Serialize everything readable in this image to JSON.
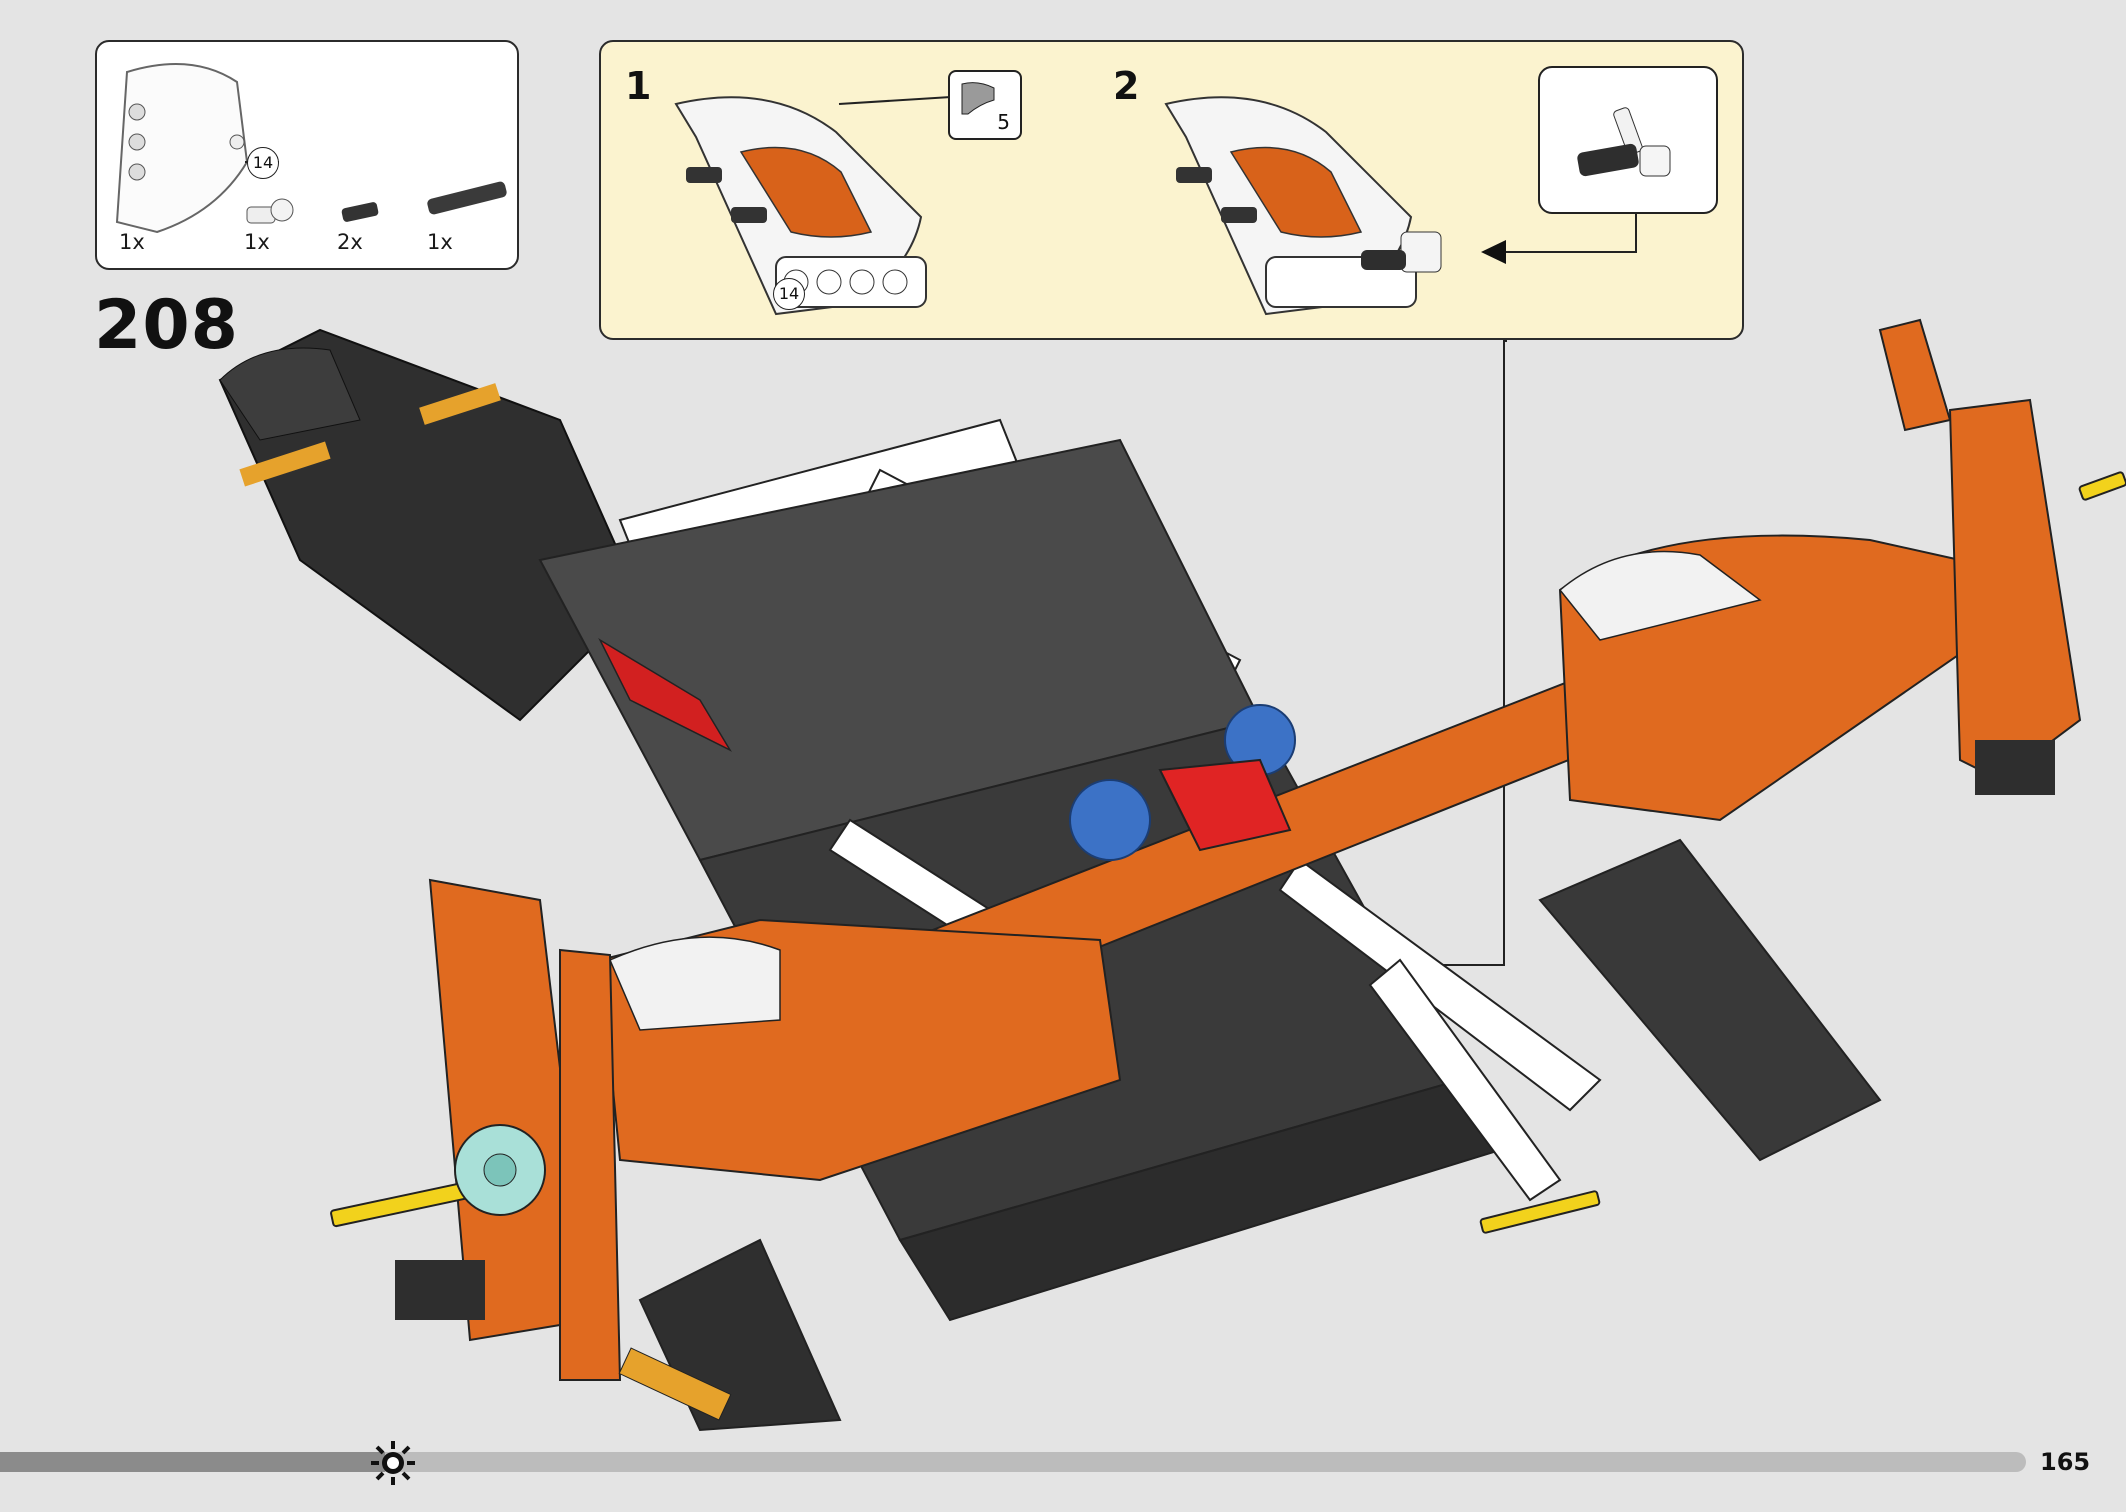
{
  "step": {
    "number": "208"
  },
  "parts_list": {
    "items": [
      {
        "qty": "1x",
        "icon": "curved-panel-piece"
      },
      {
        "qty": "1x",
        "icon": "angle-connector-piece"
      },
      {
        "qty": "2x",
        "icon": "short-axle-pin-piece"
      },
      {
        "qty": "1x",
        "icon": "long-pin-with-bush-piece"
      }
    ],
    "callout": "14"
  },
  "substeps": [
    {
      "number": "1",
      "count_badge": "5",
      "callout": "14"
    },
    {
      "number": "2"
    }
  ],
  "progress": {
    "fraction": 0.19
  },
  "footer": {
    "page_number": "165"
  },
  "colors": {
    "orange": "#e06a1f",
    "dark": "#2e2e2e",
    "substep_bg": "#fbf3cf",
    "background": "#e4e4e4"
  }
}
